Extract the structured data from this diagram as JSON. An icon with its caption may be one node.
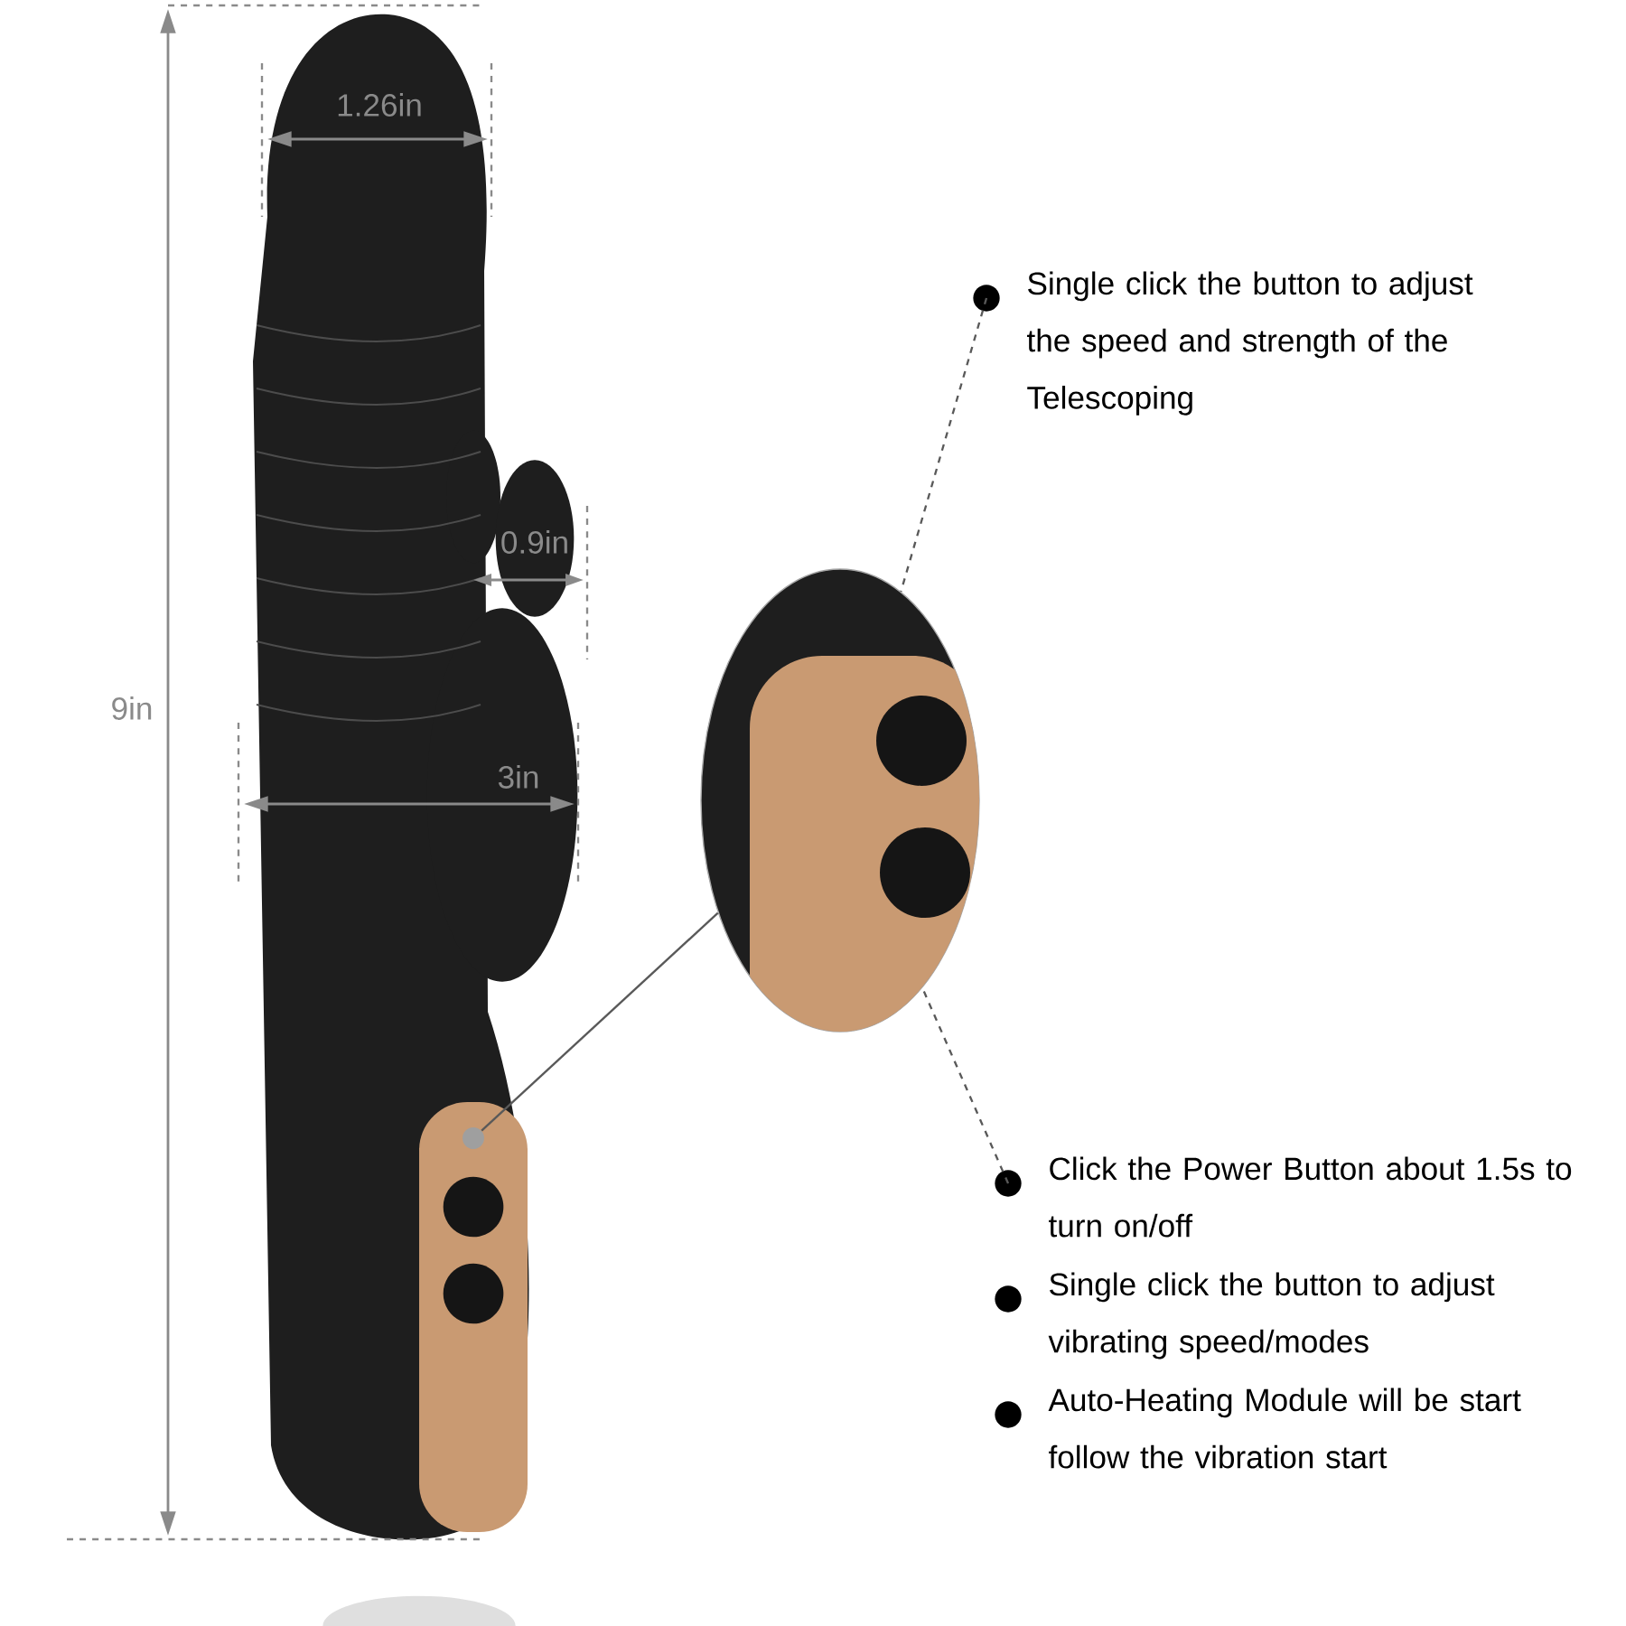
{
  "diagram": {
    "nodes": [
      {
        "text": [
          "Single click the button to adjust the speed and strength of the Telescoping"
        ]
      },
      {
        "text": [],
        "shape": "picture"
      },
      {
        "text": [],
        "shape": "circle"
      },
      {
        "text": [
          "Click the Power Button about 1.5s to turn on/off"
        ]
      },
      {
        "text": [
          "Single click the button to adjust vibrating speed/modes"
        ]
      },
      {
        "text": [
          "Auto-Heating Module will be start follow the vibration start"
        ]
      }
    ],
    "edges": [
      {
        "from": 0,
        "to": 1,
        "arrow": "none",
        "style": "dashed"
      },
      {
        "from": 2,
        "to": 1,
        "arrow": "none"
      },
      {
        "from": 3,
        "to": 1,
        "arrow": "none",
        "style": "dashed"
      }
    ],
    "labels": [
      "1.26in",
      "0.9in",
      "9in",
      "3in"
    ]
  }
}
